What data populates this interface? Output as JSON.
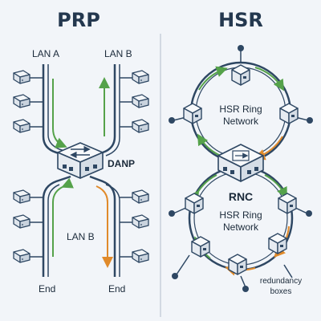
{
  "left": {
    "title": "PRP",
    "lan_a_label": "LAN A",
    "lan_b_top_label": "LAN B",
    "lan_b_bottom_label": "LAN B",
    "danp_label": "DANP",
    "end_left": "End",
    "end_right": "End"
  },
  "right": {
    "title": "HSR",
    "ring_top_label": "HSR Ring Network",
    "ring_bottom_label": "HSR Ring Network",
    "rnc_label": "RNC",
    "redundancy_label": "redundancy boxes"
  },
  "colors": {
    "line": "#2e4763",
    "green": "#55a24a",
    "orange": "#e08a2a",
    "node_top": "#f7f9fb",
    "node_side": "#d5dde6",
    "device_top": "#f2f5f8",
    "device_side": "#c9d3de",
    "background": "#f2f5f9"
  }
}
